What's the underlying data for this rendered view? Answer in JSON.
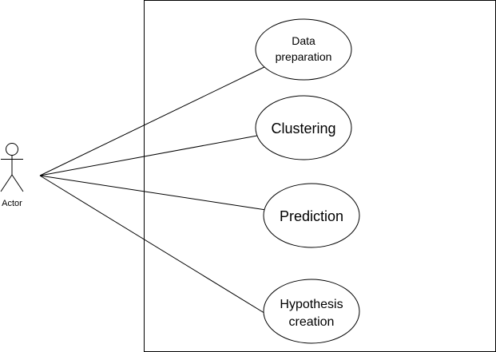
{
  "colors": {
    "stroke": "#000000",
    "fill": "#ffffff",
    "background": "#ffffff"
  },
  "actor": {
    "label": "Actor",
    "icon": "stick-figure-icon"
  },
  "use_cases": [
    {
      "id": "data-preparation",
      "lines": [
        "Data",
        "preparation"
      ]
    },
    {
      "id": "clustering",
      "lines": [
        "Clustering"
      ]
    },
    {
      "id": "prediction",
      "lines": [
        "Prediction"
      ]
    },
    {
      "id": "hypothesis-creation",
      "lines": [
        "Hypothesis",
        "creation"
      ]
    }
  ]
}
